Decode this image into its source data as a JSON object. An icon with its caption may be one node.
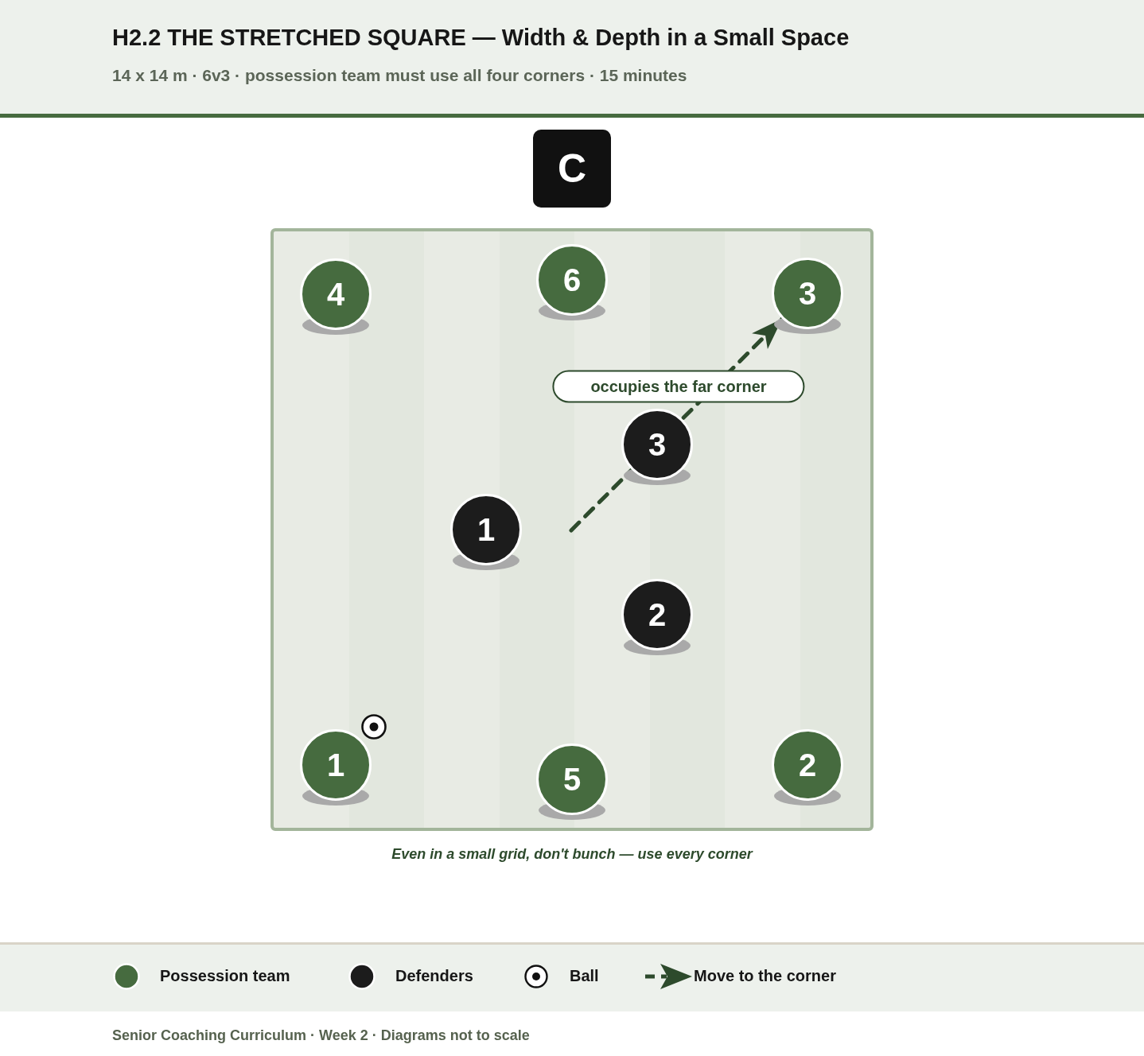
{
  "diagram": {
    "title": "H2.2 THE STRETCHED SQUARE — Width & Depth in a Small Space",
    "caption": "Even in a small grid, don't bunch — use every corner",
    "nodes": [
      {
        "text": [
          "C"
        ]
      },
      {
        "text": [
          "4"
        ]
      },
      {
        "text": [
          "6"
        ]
      },
      {
        "text": [
          "3"
        ]
      },
      {
        "text": [
          "3"
        ]
      },
      {
        "text": [
          "1"
        ]
      },
      {
        "text": [
          "2"
        ]
      },
      {
        "text": [
          "1"
        ]
      },
      {
        "text": [
          "5"
        ]
      },
      {
        "text": [
          "2"
        ]
      }
    ],
    "edges": [
      {
        "from": null,
        "to": 3,
        "arrow": "to",
        "style": "dashed",
        "label": "occupies the far corner"
      }
    ],
    "labels": [
      "14 x 14 m · 6v3 · possession team must use all four corners · 15 minutes",
      "Senior Coaching Curriculum · Week 2 · Diagrams not to scale"
    ],
    "legend": [
      {
        "text": "Possession team",
        "color": "#466b3f"
      },
      {
        "text": "Defenders",
        "color": "#1c1c1c"
      },
      {
        "text": "Ball"
      },
      {
        "text": "Move to the corner"
      }
    ]
  }
}
